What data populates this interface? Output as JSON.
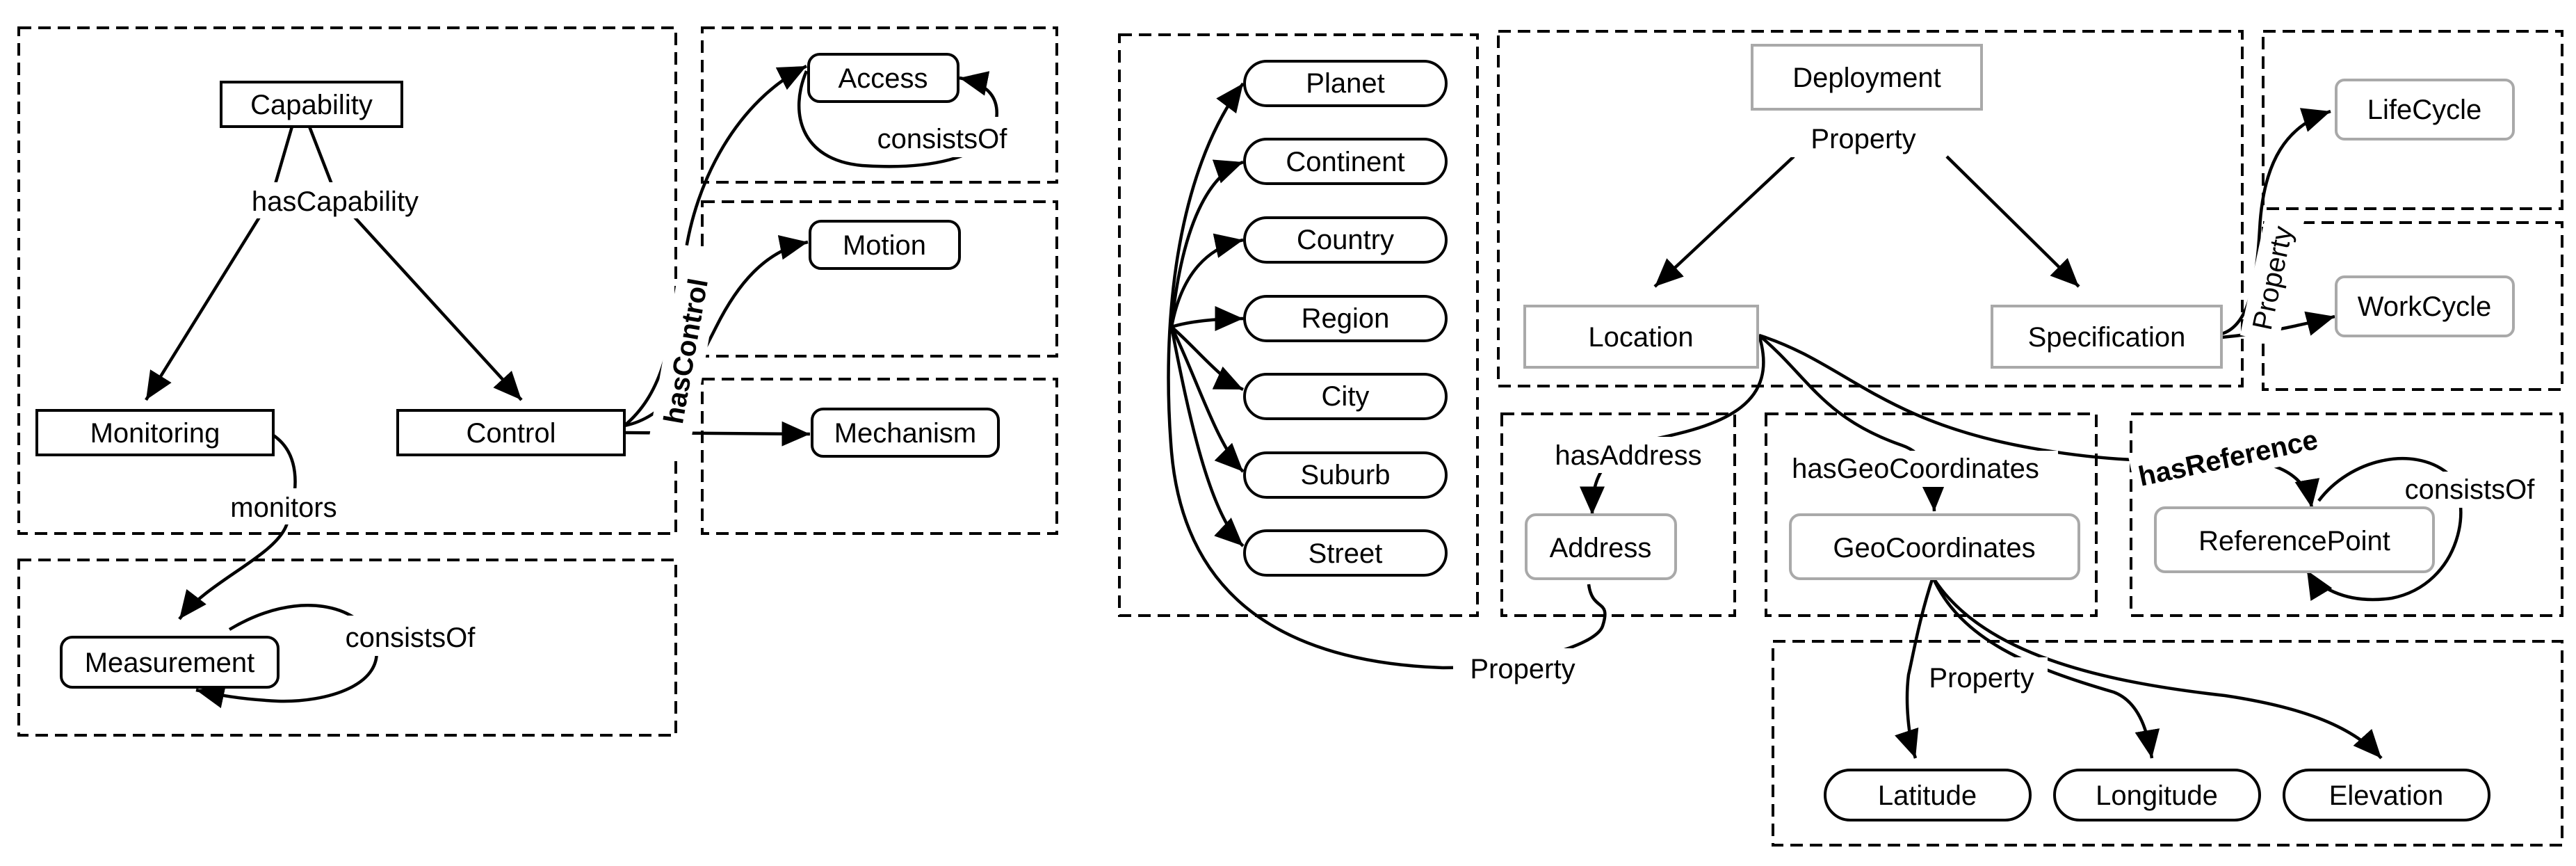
{
  "nodes": {
    "capability": "Capability",
    "monitoring": "Monitoring",
    "control": "Control",
    "measurement": "Measurement",
    "access": "Access",
    "motion": "Motion",
    "mechanism": "Mechanism",
    "planet": "Planet",
    "continent": "Continent",
    "country": "Country",
    "region": "Region",
    "city": "City",
    "suburb": "Suburb",
    "street": "Street",
    "deployment": "Deployment",
    "location": "Location",
    "specification": "Specification",
    "lifecycle": "LifeCycle",
    "workcycle": "WorkCycle",
    "address": "Address",
    "geocoordinates": "GeoCoordinates",
    "referencepoint": "ReferencePoint",
    "latitude": "Latitude",
    "longitude": "Longitude",
    "elevation": "Elevation"
  },
  "edges": {
    "has_capability": "hasCapability",
    "monitors": "monitors",
    "consists_of_measurement": "consistsOf",
    "has_control": "hasControl",
    "consists_of_access": "consistsOf",
    "property_deployment": "Property",
    "property_spec": "Property",
    "property_geo": "Property",
    "has_address": "hasAddress",
    "has_geocoordinates": "hasGeoCoordinates",
    "has_reference": "hasReference",
    "consists_of_reference": "consistsOf",
    "property_location": "Property"
  }
}
